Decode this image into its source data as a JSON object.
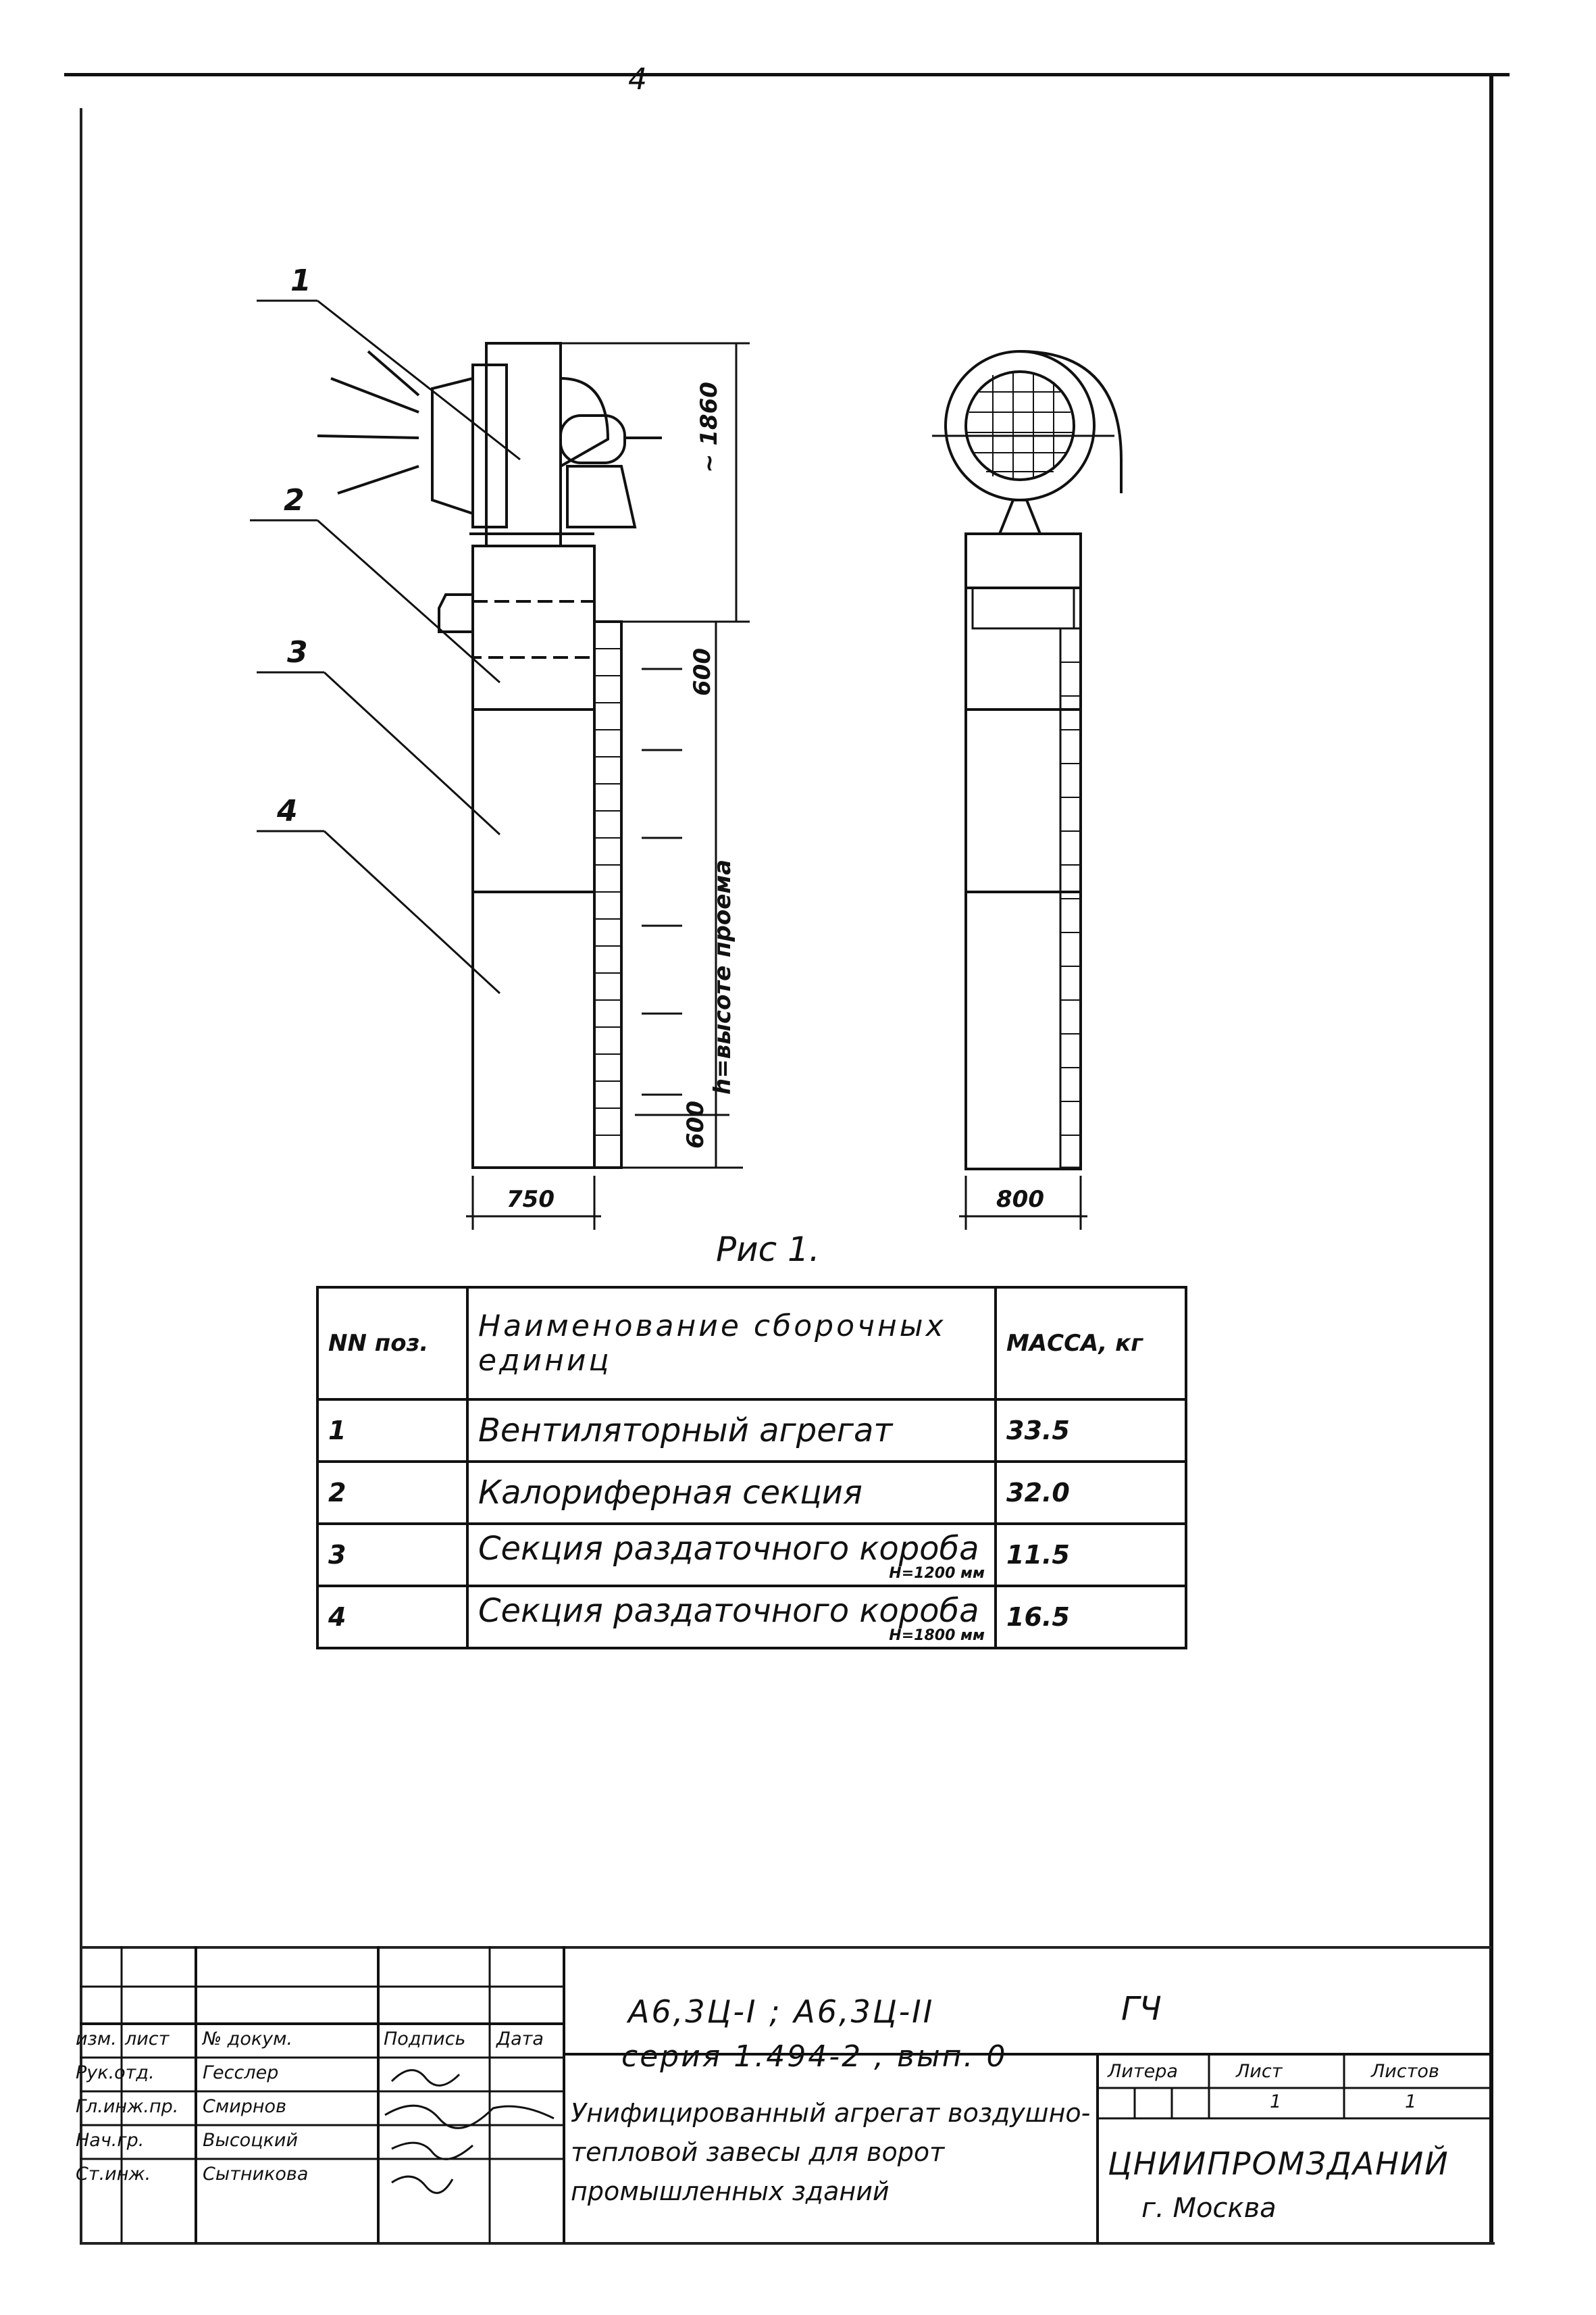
{
  "page_number": "4",
  "figure": {
    "callouts": [
      "1",
      "2",
      "3",
      "4"
    ],
    "dimensions": {
      "fan_height": "~ 1860",
      "top_section": "600",
      "opening_height": "h=высоте проема",
      "bottom_section": "600",
      "side_width": "750",
      "front_width": "800"
    },
    "caption": "Рис 1."
  },
  "spec_table": {
    "headers": {
      "position": "NN поз.",
      "name": "Наименование сборочных единиц",
      "mass": "МАССА, кг"
    },
    "rows": [
      {
        "position": "1",
        "name": "Вентиляторный агрегат",
        "note": "",
        "mass": "33.5"
      },
      {
        "position": "2",
        "name": "Калориферная секция",
        "note": "",
        "mass": "32.0"
      },
      {
        "position": "3",
        "name": "Секция раздаточного короба",
        "note": "H=1200 мм",
        "mass": "11.5"
      },
      {
        "position": "4",
        "name": "Секция раздаточного короба",
        "note": "H=1800 мм",
        "mass": "16.5"
      }
    ]
  },
  "title_block": {
    "product_code": "А6,3Ц-I ; А6,3Ц-II",
    "doc_type": "ГЧ",
    "series": "серия   1.494-2 ,  вып. 0",
    "column_headers": [
      "изм.",
      "лист",
      "№ докум.",
      "Подпись",
      "Дата"
    ],
    "staff": [
      {
        "role": "Рук.отд.",
        "name": "Гесслер"
      },
      {
        "role": "Гл.инж.пр.",
        "name": "Смирнов"
      },
      {
        "role": "Нач.гр.",
        "name": "Высоцкий"
      },
      {
        "role": "Ст.инж.",
        "name": "Сытникова"
      }
    ],
    "description": "Унифицированный агрегат воздушно-тепловой завесы для ворот промышленных зданий",
    "litera_label": "Литера",
    "sheet_label": "Лист",
    "sheets_label": "Листов",
    "sheet": "1",
    "sheets": "1",
    "organization": "ЦНИИПРОМЗДАНИЙ",
    "city": "г. Москва"
  }
}
